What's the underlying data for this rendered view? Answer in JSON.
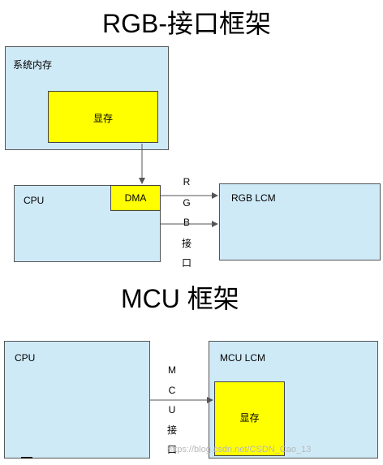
{
  "rgb": {
    "title": "RGB-接口框架",
    "system_memory_label": "系统内存",
    "vram_label": "显存",
    "cpu_label": "CPU",
    "dma_label": "DMA",
    "lcm_label": "RGB LCM",
    "interface_letters": [
      "R",
      "G",
      "B",
      "接",
      "口"
    ]
  },
  "mcu": {
    "title": "MCU 框架",
    "cpu_label": "CPU",
    "lcm_label": "MCU LCM",
    "vram_label": "显存",
    "interface_letters": [
      "M",
      "C",
      "U",
      "接",
      "口"
    ]
  },
  "watermark": "https://blog.csdn.net/CSDN_Cao_13",
  "colors": {
    "box_fill": "#cfeaf7",
    "highlight_fill": "#ffff00",
    "line": "#555555"
  }
}
